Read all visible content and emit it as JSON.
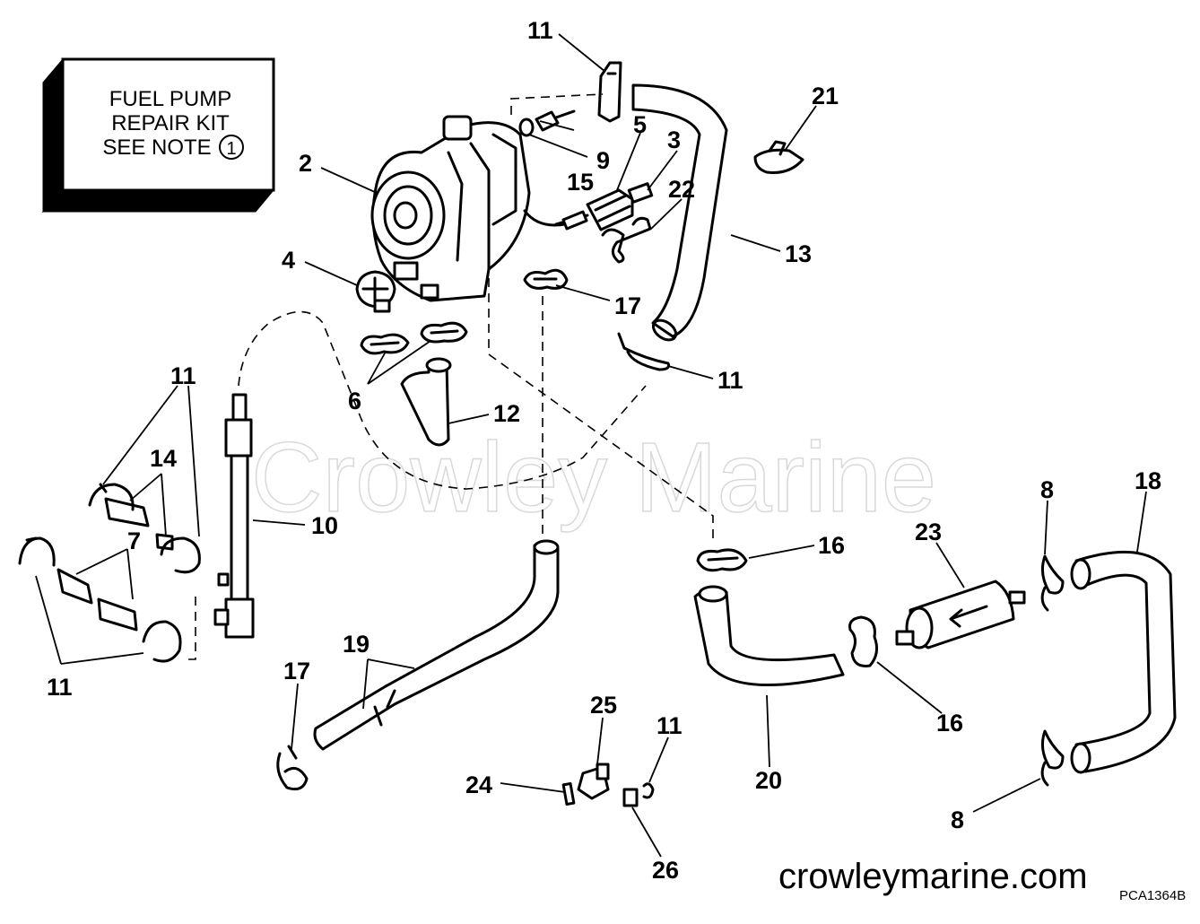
{
  "kit_box": {
    "line1": "FUEL PUMP",
    "line2": "REPAIR KIT",
    "line3": "SEE NOTE",
    "note_number": "1"
  },
  "callouts": {
    "c2": "2",
    "c3": "3",
    "c4": "4",
    "c5": "5",
    "c6": "6",
    "c7": "7",
    "c8a": "8",
    "c8b": "8",
    "c9": "9",
    "c10": "10",
    "c11a": "11",
    "c11b": "11",
    "c11c": "11",
    "c11d": "11",
    "c11e": "11",
    "c12": "12",
    "c13": "13",
    "c14": "14",
    "c15": "15",
    "c16a": "16",
    "c16b": "16",
    "c17a": "17",
    "c17b": "17",
    "c18": "18",
    "c19": "19",
    "c20": "20",
    "c21": "21",
    "c22": "22",
    "c23": "23",
    "c24": "24",
    "c25": "25",
    "c26": "26"
  },
  "watermark": "Crowley Marine",
  "website": "crowleymarine.com",
  "drawing_code": "PCA1364B"
}
